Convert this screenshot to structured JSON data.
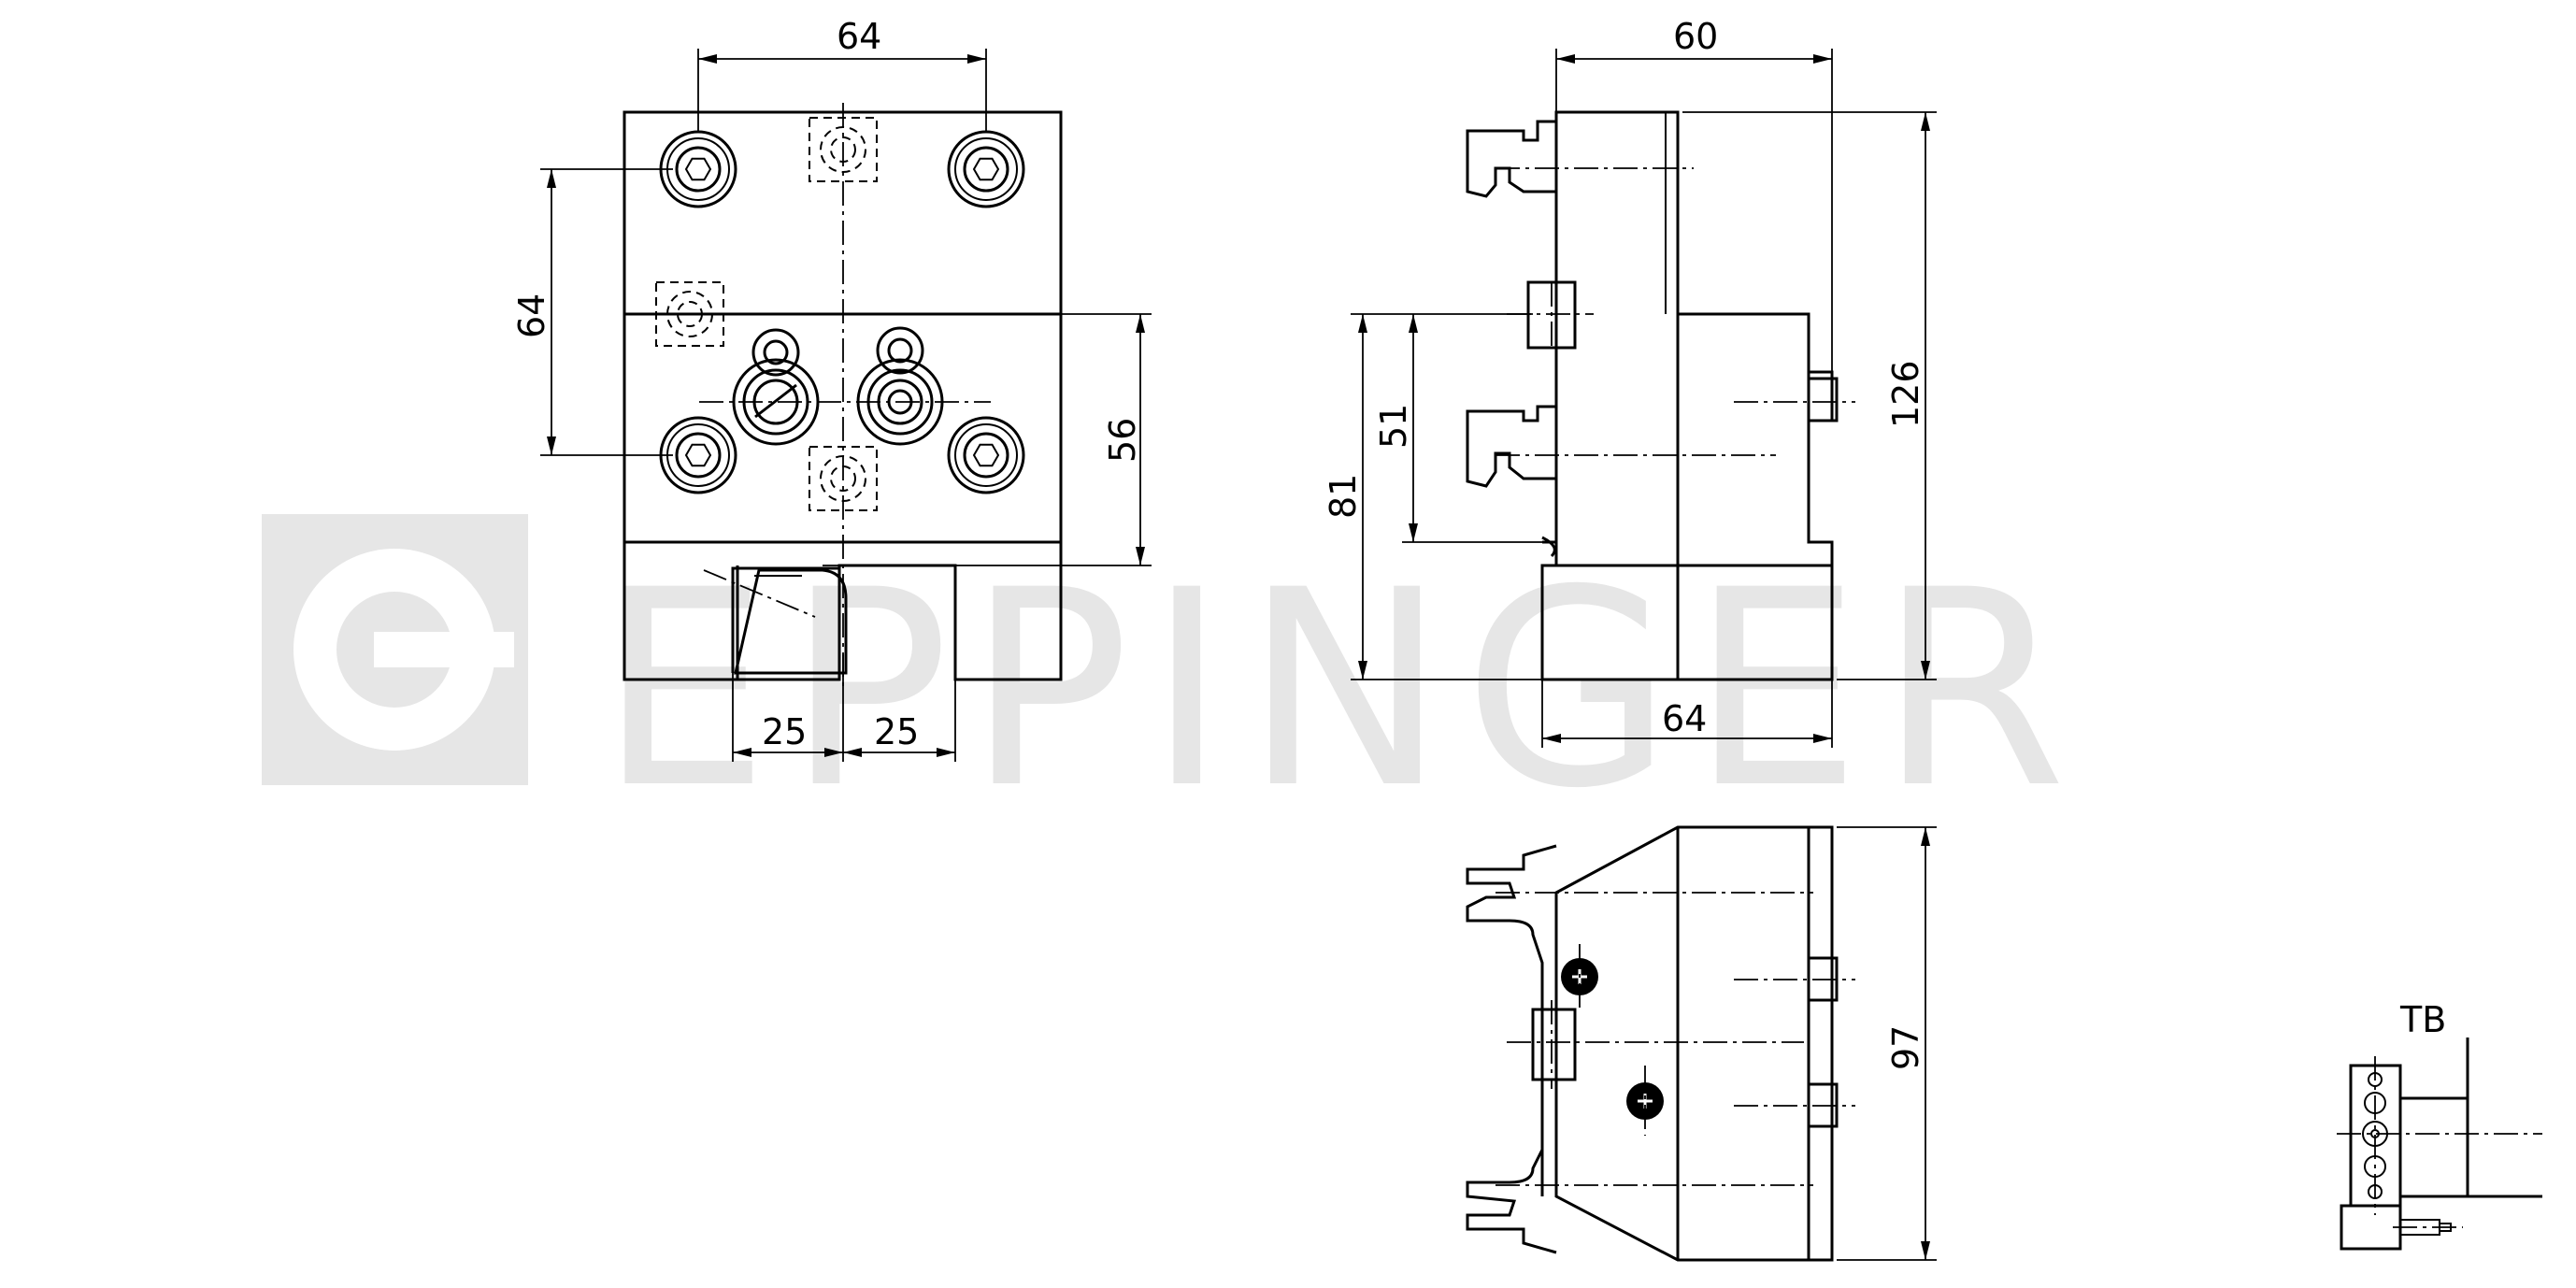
{
  "watermark": {
    "text": "EPPINGER",
    "color": "#e6e6e6"
  },
  "front_view": {
    "dim_top_width": "64",
    "dim_left_height": "64",
    "dim_right_height": "56",
    "dim_bottom_left": "25",
    "dim_bottom_right": "25"
  },
  "side_view": {
    "dim_top_width": "60",
    "dim_total_height": "126",
    "dim_height_81": "81",
    "dim_height_51": "51",
    "dim_bottom_width": "64"
  },
  "top_view": {
    "dim_height": "97"
  },
  "detail_view": {
    "label": "TB"
  },
  "colors": {
    "line": "#000000",
    "background": "#ffffff"
  }
}
